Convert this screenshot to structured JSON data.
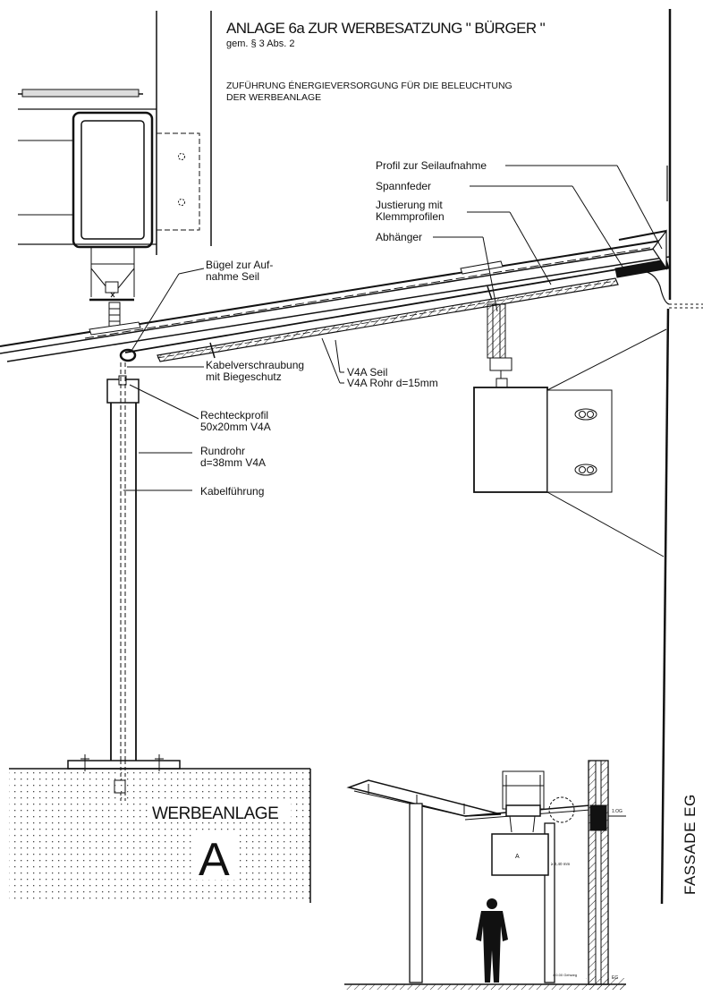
{
  "header": {
    "title": "ANLAGE 6a ZUR  WERBESATZUNG \" BÜRGER \"",
    "subtitle": "gem. § 3 Abs. 2",
    "description_line1": "ZUFÜHRUNG ÉNERGIEVERSORGUNG FÜR DIE BELEUCHTUNG",
    "description_line2": "DER WERBEANLAGE"
  },
  "labels": {
    "profil_seilaufnahme": "Profil zur Seilaufnahme",
    "spannfeder": "Spannfeder",
    "justierung_line1": "Justierung mit",
    "justierung_line2": "Klemmprofilen",
    "abhaenger": "Abhänger",
    "buegel_line1": "Bügel zur Auf-",
    "buegel_line2": "nahme Seil",
    "kabelverschraubung_line1": "Kabelverschraubung",
    "kabelverschraubung_line2": "mit Biegeschutz",
    "v4a_seil": "V4A Seil",
    "v4a_rohr": "V4A Rohr d=15mm",
    "rechteckprofil_line1": "Rechteckprofil",
    "rechteckprofil_line2": "50x20mm V4A",
    "rundrohr_line1": "Rundrohr",
    "rundrohr_line2": "d=38mm V4A",
    "kabelfuehrung": "Kabelführung"
  },
  "sign": {
    "name": "WERBEANLAGE",
    "letter": "A"
  },
  "inset": {
    "sign_letter": "A",
    "dimension": "≥ 2,40 mm",
    "floor_1og": "1.OG",
    "floor_eg": "EG",
    "level_mark": "± 0.00 Gehweg"
  },
  "facade_label": "FASSADE EG"
}
